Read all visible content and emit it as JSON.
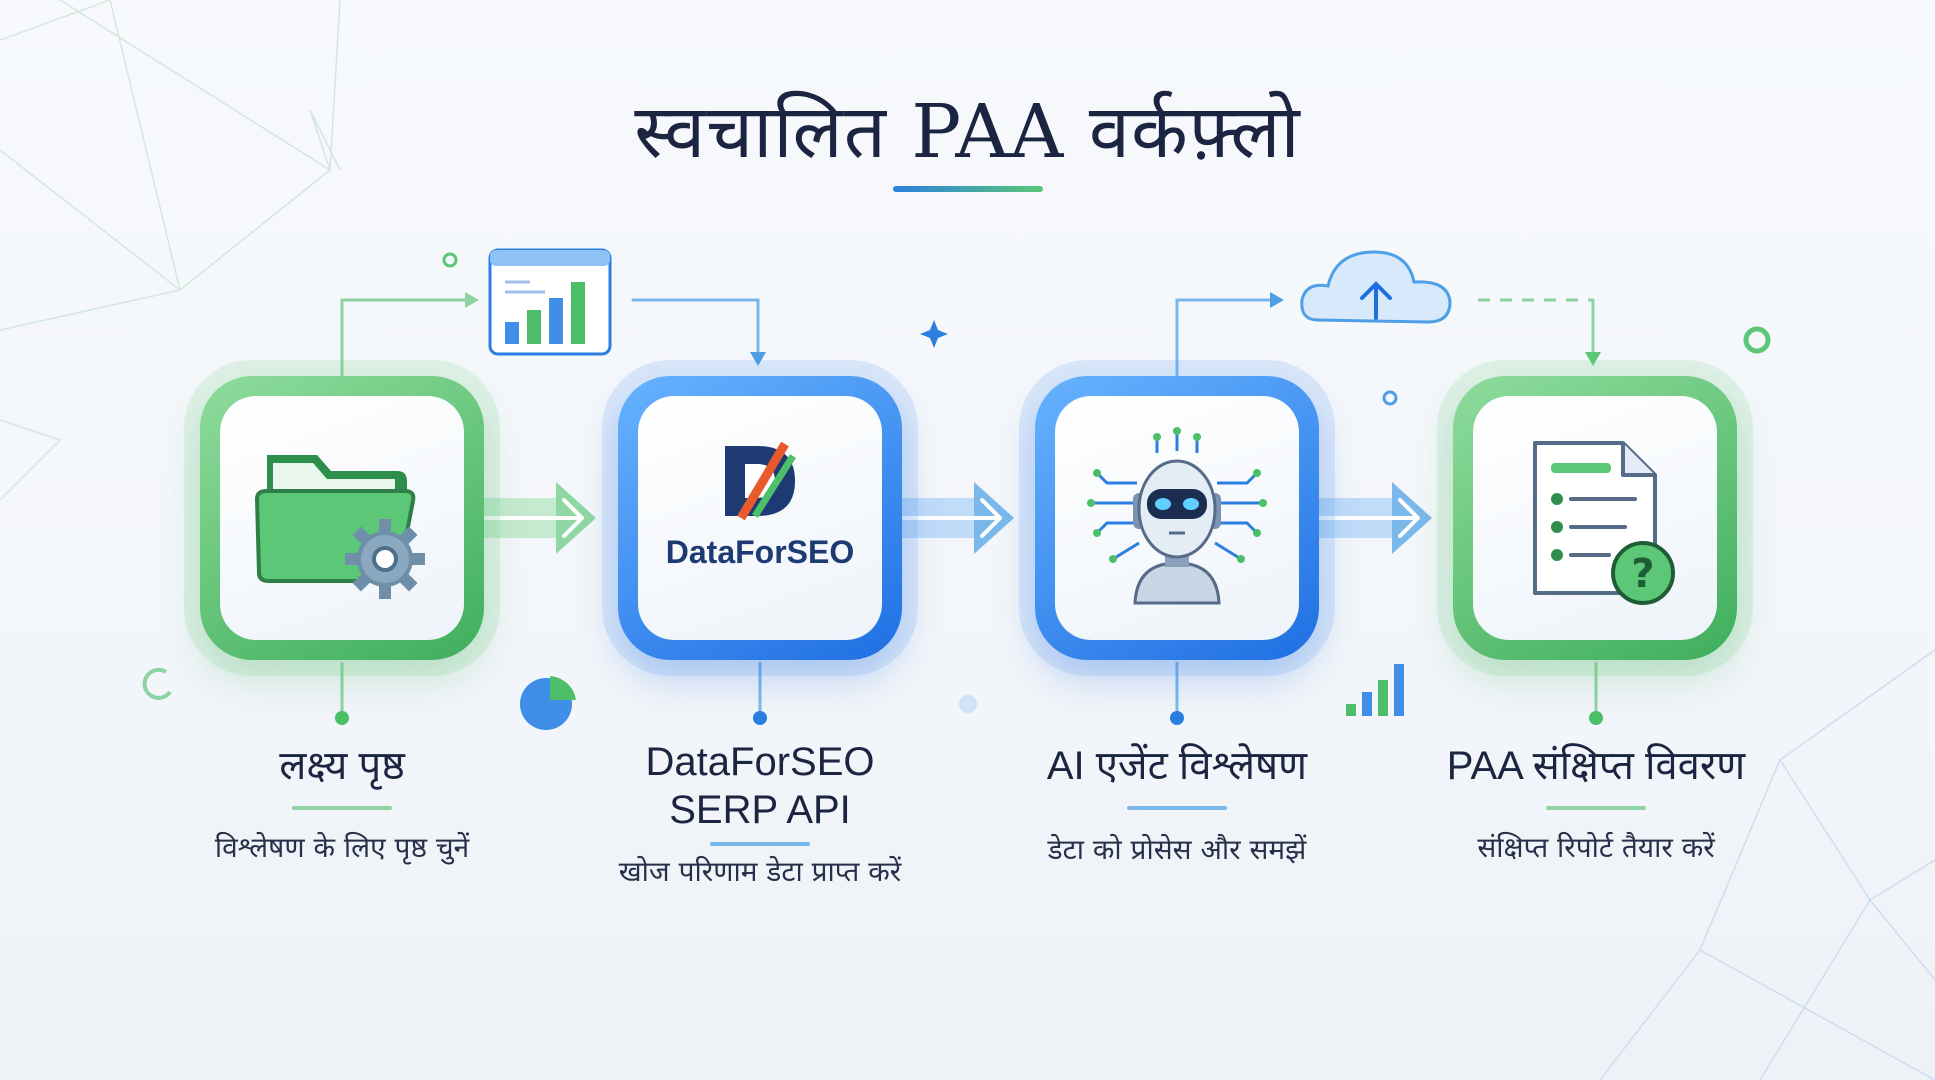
{
  "title": "स्वचालित PAA वर्कफ़्लो",
  "steps": [
    {
      "title": "लक्ष्य पृष्ठ",
      "description": "विश्लेषण के लिए पृष्ठ चुनें",
      "icon": "folder-gear-icon",
      "color": "#4cbf68"
    },
    {
      "title_line1": "DataForSEO",
      "title_line2": "SERP API",
      "description": "खोज परिणाम डेटा प्राप्त करें",
      "icon": "dataforseo-logo",
      "logo_text": "DataForSEO",
      "color": "#2b7fe0"
    },
    {
      "title": "AI एजेंट विश्लेषण",
      "description": "डेटा को प्रोसेस और समझें",
      "icon": "robot-icon",
      "color": "#2b7fe0"
    },
    {
      "title": "PAA संक्षिप्त विवरण",
      "description": "संक्षिप्त रिपोर्ट तैयार करें",
      "icon": "report-question-icon",
      "color": "#4cbf68"
    }
  ],
  "colors": {
    "green": "#4cbf68",
    "blue": "#2b7fe0",
    "dark": "#1b2440"
  }
}
